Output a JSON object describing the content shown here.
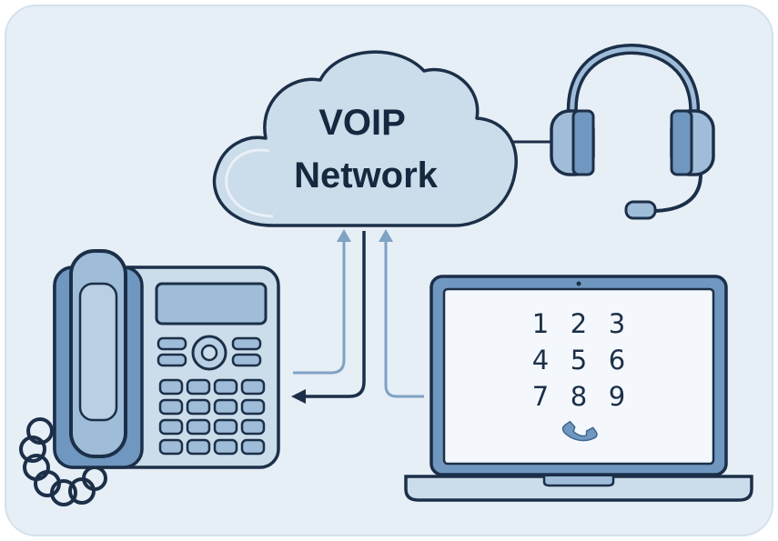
{
  "cloud": {
    "label_line1": "VOIP",
    "label_line2": "Network"
  },
  "softphone": {
    "keypad": [
      "1",
      "2",
      "3",
      "4",
      "5",
      "6",
      "7",
      "8",
      "9"
    ],
    "call_icon": "phone-handset-icon"
  },
  "devices": {
    "desk_phone_icon": "desk-phone-icon",
    "headset_icon": "headset-icon",
    "laptop_icon": "laptop-icon"
  },
  "colors": {
    "background": "#e6eef6",
    "outline": "#1c2f48",
    "fill_light": "#cfdeec",
    "fill_mid": "#9fbcd8",
    "accent_blue": "#6f97bf"
  }
}
